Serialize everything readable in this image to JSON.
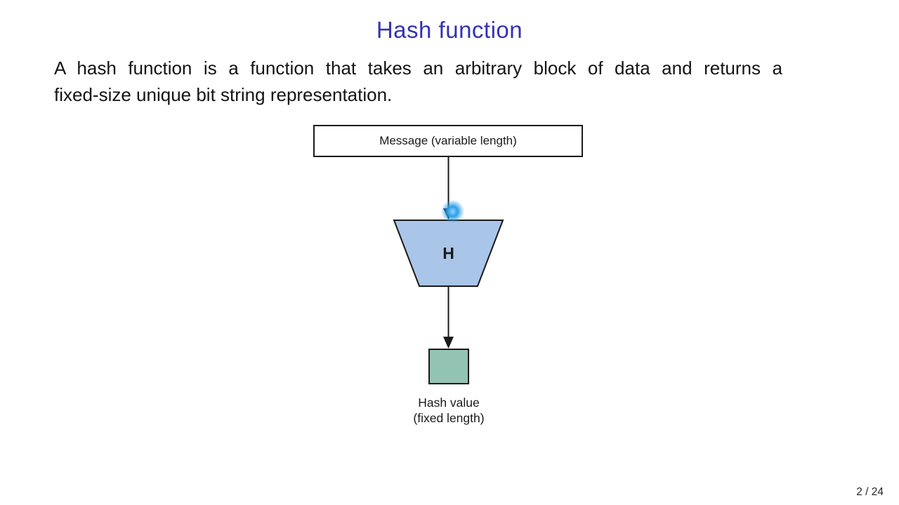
{
  "slide": {
    "title": "Hash function",
    "body_line1": "A hash function is a function that takes an arbitrary block of data and returns a",
    "body_line2": "fixed-size unique bit string representation.",
    "page_indicator": "2 / 24"
  },
  "diagram": {
    "message_box_label": "Message (variable length)",
    "hash_function_label": "H",
    "output_caption_line1": "Hash value",
    "output_caption_line2": "(fixed length)",
    "click_indicator": "click-highlight-glow",
    "colors": {
      "title_text": "#3333b2",
      "body_text": "#141414",
      "outline": "#1a1a1a",
      "trapezoid_fill": "#a9c5e8",
      "square_fill": "#93c3b3",
      "click_glow_core": "#8ed6ff",
      "click_glow": "#2f9fe8",
      "footer_text": "#262626"
    }
  }
}
